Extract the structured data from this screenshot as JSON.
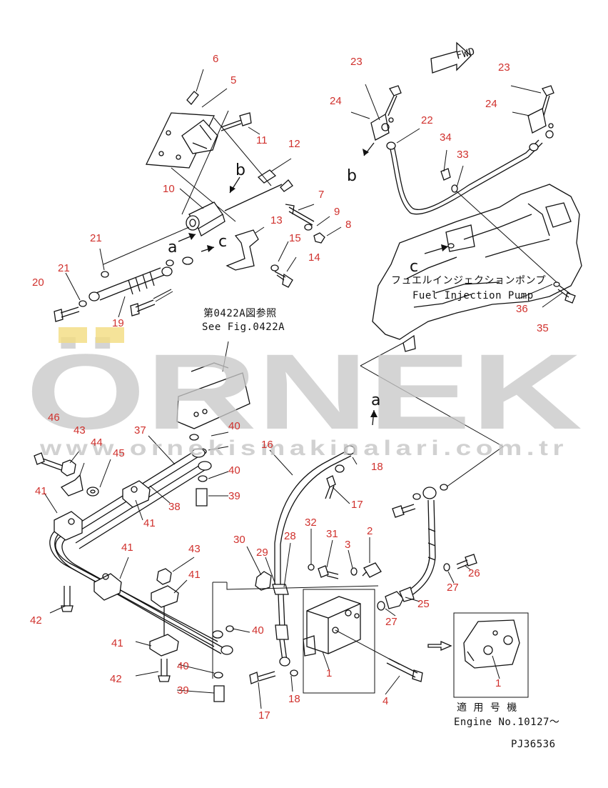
{
  "diagram": {
    "labels": [
      {
        "id": "p6",
        "text": "6"
      },
      {
        "id": "p5",
        "text": "5"
      },
      {
        "id": "p11",
        "text": "11"
      },
      {
        "id": "p12",
        "text": "12"
      },
      {
        "id": "p10",
        "text": "10"
      },
      {
        "id": "p7",
        "text": "7"
      },
      {
        "id": "p9",
        "text": "9"
      },
      {
        "id": "p8",
        "text": "8"
      },
      {
        "id": "p13",
        "text": "13"
      },
      {
        "id": "p15",
        "text": "15"
      },
      {
        "id": "p14",
        "text": "14"
      },
      {
        "id": "p21a",
        "text": "21"
      },
      {
        "id": "p21b",
        "text": "21"
      },
      {
        "id": "p20",
        "text": "20"
      },
      {
        "id": "p19",
        "text": "19"
      },
      {
        "id": "p23a",
        "text": "23"
      },
      {
        "id": "p23b",
        "text": "23"
      },
      {
        "id": "p24a",
        "text": "24"
      },
      {
        "id": "p24b",
        "text": "24"
      },
      {
        "id": "p22",
        "text": "22"
      },
      {
        "id": "p34",
        "text": "34"
      },
      {
        "id": "p33",
        "text": "33"
      },
      {
        "id": "p36",
        "text": "36"
      },
      {
        "id": "p35",
        "text": "35"
      },
      {
        "id": "p46",
        "text": "46"
      },
      {
        "id": "p43a",
        "text": "43"
      },
      {
        "id": "p44",
        "text": "44"
      },
      {
        "id": "p45",
        "text": "45"
      },
      {
        "id": "p37",
        "text": "37"
      },
      {
        "id": "p40a",
        "text": "40"
      },
      {
        "id": "p40b",
        "text": "40"
      },
      {
        "id": "p39a",
        "text": "39"
      },
      {
        "id": "p41a",
        "text": "41"
      },
      {
        "id": "p38",
        "text": "38"
      },
      {
        "id": "p41b",
        "text": "41"
      },
      {
        "id": "p16",
        "text": "16"
      },
      {
        "id": "p18a",
        "text": "18"
      },
      {
        "id": "p17a",
        "text": "17"
      },
      {
        "id": "p30",
        "text": "30"
      },
      {
        "id": "p28",
        "text": "28"
      },
      {
        "id": "p32",
        "text": "32"
      },
      {
        "id": "p31",
        "text": "31"
      },
      {
        "id": "p3",
        "text": "3"
      },
      {
        "id": "p2",
        "text": "2"
      },
      {
        "id": "p29",
        "text": "29"
      },
      {
        "id": "p26",
        "text": "26"
      },
      {
        "id": "p27a",
        "text": "27"
      },
      {
        "id": "p27b",
        "text": "27"
      },
      {
        "id": "p25",
        "text": "25"
      },
      {
        "id": "p41c",
        "text": "41"
      },
      {
        "id": "p43b",
        "text": "43"
      },
      {
        "id": "p41d",
        "text": "41"
      },
      {
        "id": "p42a",
        "text": "42"
      },
      {
        "id": "p40c",
        "text": "40"
      },
      {
        "id": "p41e",
        "text": "41"
      },
      {
        "id": "p40d",
        "text": "40"
      },
      {
        "id": "p42b",
        "text": "42"
      },
      {
        "id": "p39b",
        "text": "39"
      },
      {
        "id": "p17b",
        "text": "17"
      },
      {
        "id": "p18b",
        "text": "18"
      },
      {
        "id": "p1a",
        "text": "1"
      },
      {
        "id": "p4",
        "text": "4"
      },
      {
        "id": "p1b",
        "text": "1"
      }
    ],
    "view_letters": [
      {
        "id": "la",
        "text": "a"
      },
      {
        "id": "lb",
        "text": "b"
      },
      {
        "id": "lc",
        "text": "c"
      },
      {
        "id": "lb2",
        "text": "b"
      },
      {
        "id": "lc2",
        "text": "c"
      },
      {
        "id": "la2",
        "text": "a"
      }
    ],
    "notes": {
      "see_fig_jp": "第0422A図参照",
      "see_fig_en": "See Fig.0422A",
      "pump_jp": "フュエルインジェクションポンプ",
      "pump_en": "Fuel Injection Pump",
      "applicable_jp": "適 用 号 機",
      "applicable_en": "Engine No.10127～",
      "fwd": "FWD",
      "drawing_code": "PJ36536"
    },
    "watermark": {
      "brand": "ÖRNEK",
      "url": "www.ornekismakinalari.com.tr"
    },
    "colors": {
      "label": "#d0312d",
      "line": "#111111",
      "watermark": "#c9c9c9",
      "watermark_accent": "#f2dc80"
    }
  }
}
